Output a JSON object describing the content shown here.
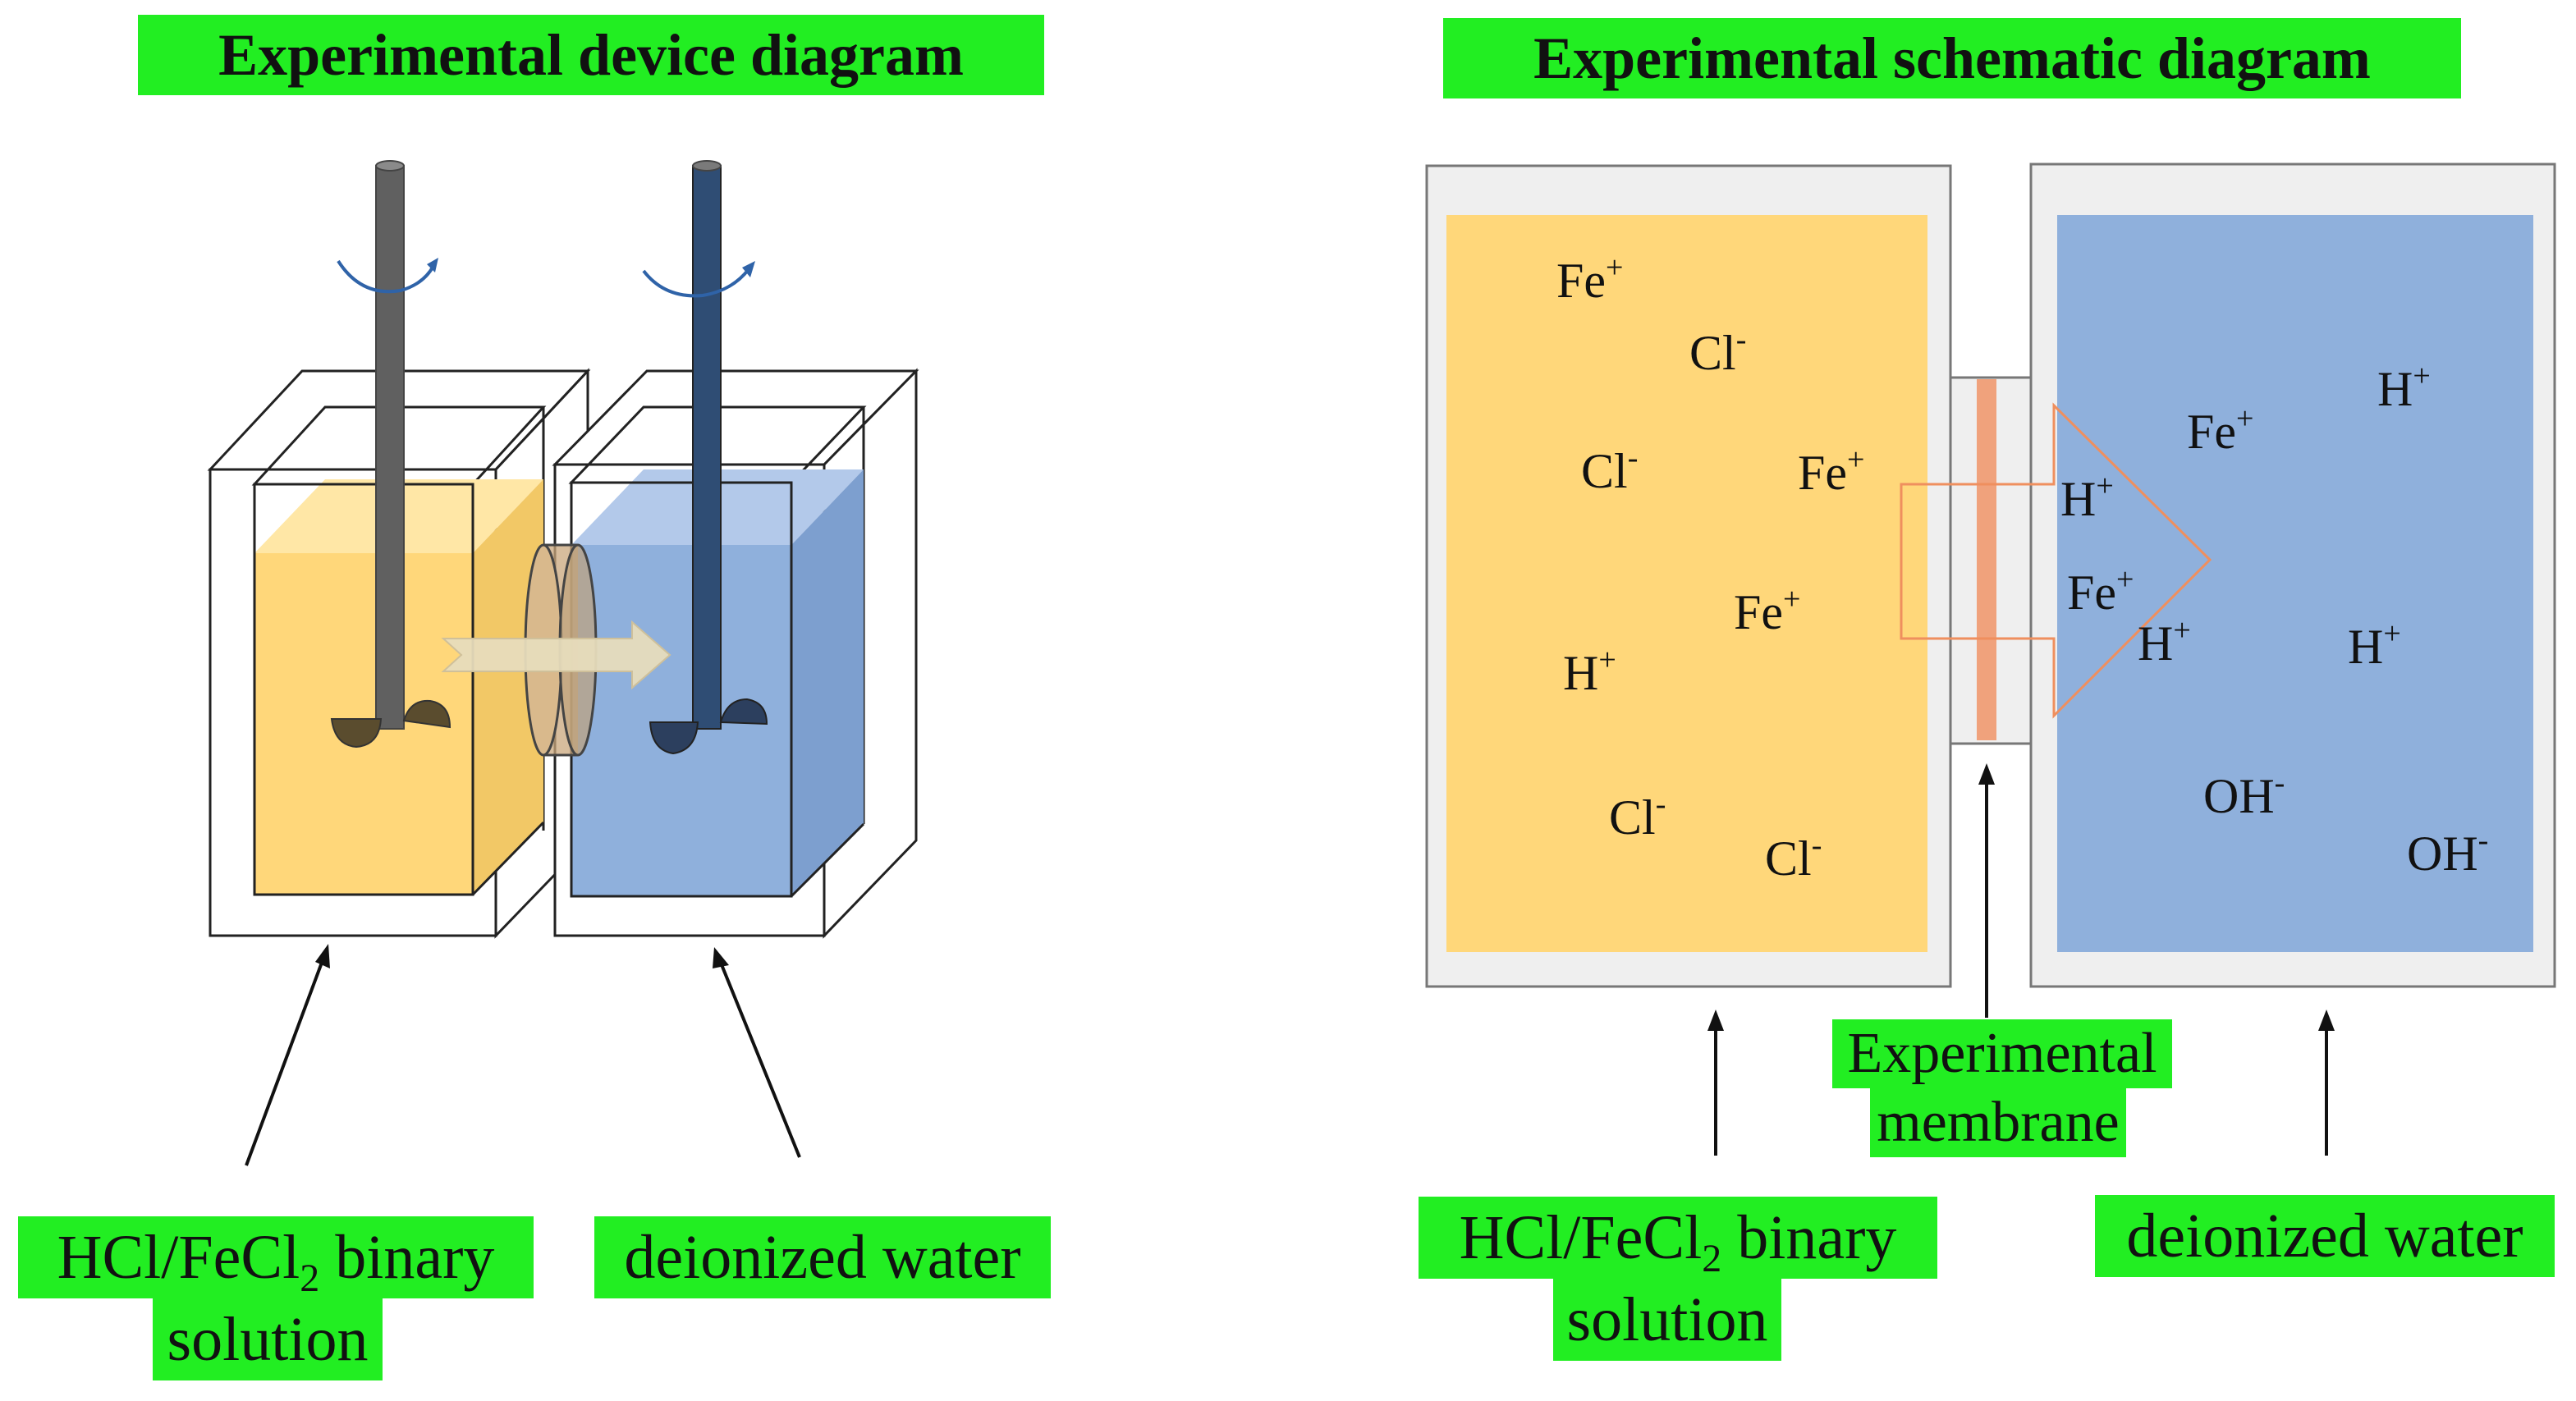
{
  "titles": {
    "left": "Experimental device diagram",
    "right": "Experimental schematic diagram"
  },
  "left_labels": {
    "solution_prefix": "HCl/FeCl",
    "solution_sub": "2",
    "solution_suffix": " binary",
    "solution_line2": "solution",
    "water": "deionized water"
  },
  "right_labels": {
    "solution_prefix": "HCl/FeCl",
    "solution_sub": "2",
    "solution_suffix": " binary",
    "solution_line2": "solution",
    "membrane_line1": "Experimental",
    "membrane_line2": "membrane",
    "water": "deionized water"
  },
  "ions_left": [
    {
      "base": "Fe",
      "sup": "+"
    },
    {
      "base": "Cl",
      "sup": "-"
    },
    {
      "base": "Cl",
      "sup": "-"
    },
    {
      "base": "Fe",
      "sup": "+"
    },
    {
      "base": "Fe",
      "sup": "+"
    },
    {
      "base": "H",
      "sup": "+"
    },
    {
      "base": "Cl",
      "sup": "-"
    },
    {
      "base": "Cl",
      "sup": "-"
    }
  ],
  "ions_right": [
    {
      "base": "H",
      "sup": "+"
    },
    {
      "base": "Fe",
      "sup": "+"
    },
    {
      "base": "H",
      "sup": "+"
    },
    {
      "base": "Fe",
      "sup": "+"
    },
    {
      "base": "H",
      "sup": "+"
    },
    {
      "base": "H",
      "sup": "+"
    },
    {
      "base": "OH",
      "sup": "-"
    },
    {
      "base": "OH",
      "sup": "-"
    }
  ],
  "colors": {
    "label_bg": "#22ee22",
    "acid_solution": "#ffd77a",
    "water": "#8fb0dc",
    "membrane": "#f0a27c",
    "stirrer": "#606060",
    "rotation_arrow": "#2f63a8",
    "container_frame": "#efefef"
  }
}
